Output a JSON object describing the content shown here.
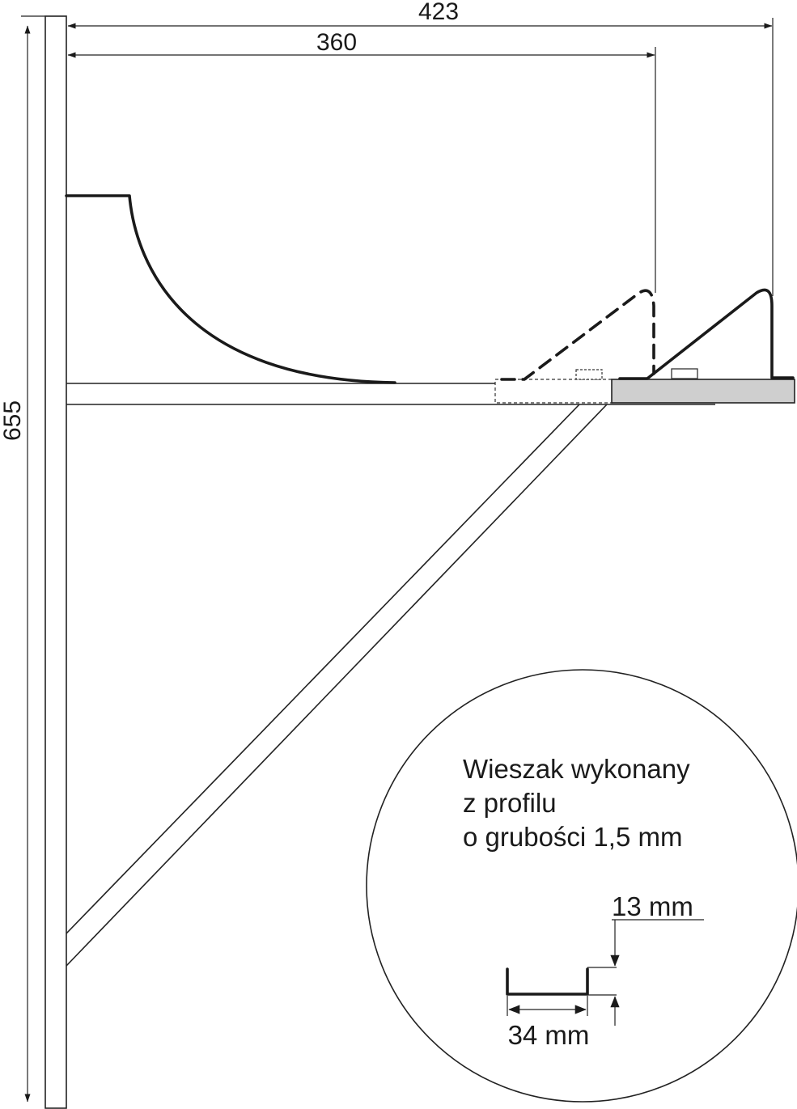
{
  "dimensions": {
    "height": "655",
    "width_outer": "423",
    "width_inner": "360",
    "profile_width": "34 mm",
    "profile_height": "13 mm"
  },
  "note": {
    "lines": [
      "Wieszak wykonany",
      "z profilu",
      "o grubości 1,5 mm"
    ]
  }
}
